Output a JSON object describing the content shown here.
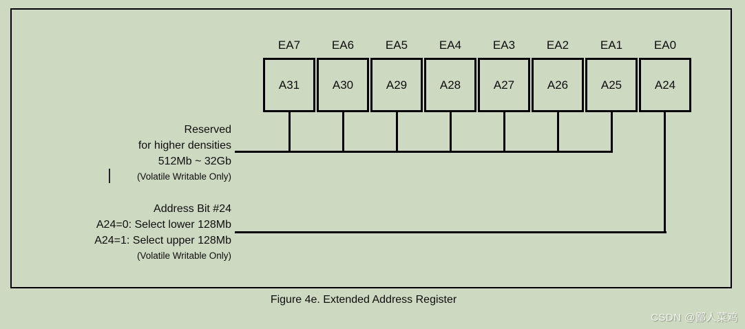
{
  "figure": {
    "caption": "Figure 4e. Extended Address Register"
  },
  "register": {
    "bit_labels": [
      "EA7",
      "EA6",
      "EA5",
      "EA4",
      "EA3",
      "EA2",
      "EA1",
      "EA0"
    ],
    "cell_labels": [
      "A31",
      "A30",
      "A29",
      "A28",
      "A27",
      "A26",
      "A25",
      "A24"
    ]
  },
  "annotations": {
    "reserved": {
      "line1": "Reserved",
      "line2": "for higher densities",
      "line3": "512Mb ~ 32Gb",
      "note": "(Volatile Writable Only)"
    },
    "address_bit24": {
      "line1": "Address Bit #24",
      "line2": "A24=0: Select lower 128Mb",
      "line3": "A24=1: Select upper 128Mb",
      "note": "(Volatile Writable Only)"
    }
  },
  "watermark": "CSDN @鄙人菜鸡",
  "colors": {
    "background": "#cdd9c0",
    "line": "#000000",
    "text": "#0d0d0d",
    "watermark": "rgba(255,255,255,0.82)"
  }
}
